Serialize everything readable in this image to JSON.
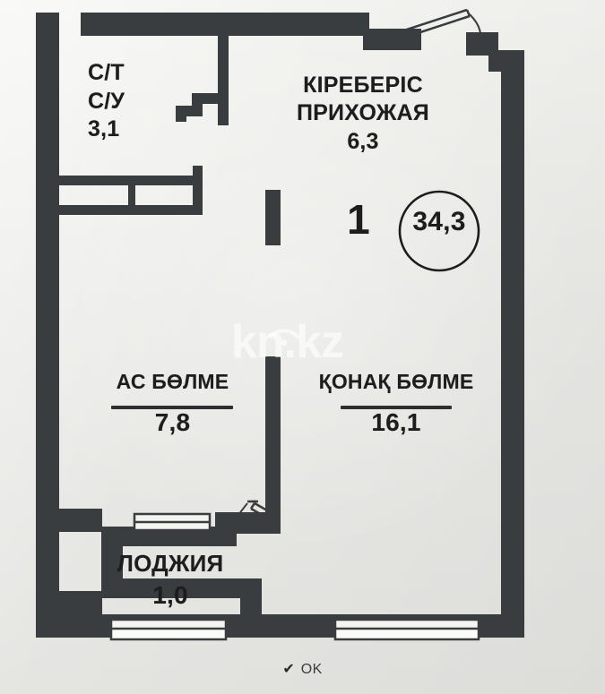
{
  "document": {
    "type": "apartment-floor-plan",
    "total_area": "34,3",
    "rooms_count": "1"
  },
  "rooms": {
    "bathroom": {
      "label_kk": "С/Т",
      "label_ru": "С/У",
      "area": "3,1"
    },
    "hallway": {
      "label_kk": "КІРЕБЕРІС",
      "label_ru": "ПРИХОЖАЯ",
      "area": "6,3"
    },
    "kitchen": {
      "label_kk": "АС БӨЛМЕ",
      "area": "7,8"
    },
    "living": {
      "label_kk": "ҚОНАҚ БӨЛМЕ",
      "area": "16,1"
    },
    "loggia": {
      "label_ru": "ЛОДЖИЯ",
      "area": "1,0"
    }
  },
  "watermark": {
    "text": "kn.kz"
  },
  "status": {
    "check_glyph": "✔",
    "label": "OK"
  },
  "colors": {
    "wall": "#3a3d40",
    "paper": "#e9e9e6",
    "ink": "#1d1d1d",
    "watermark": "rgba(255,255,255,0.62)"
  }
}
